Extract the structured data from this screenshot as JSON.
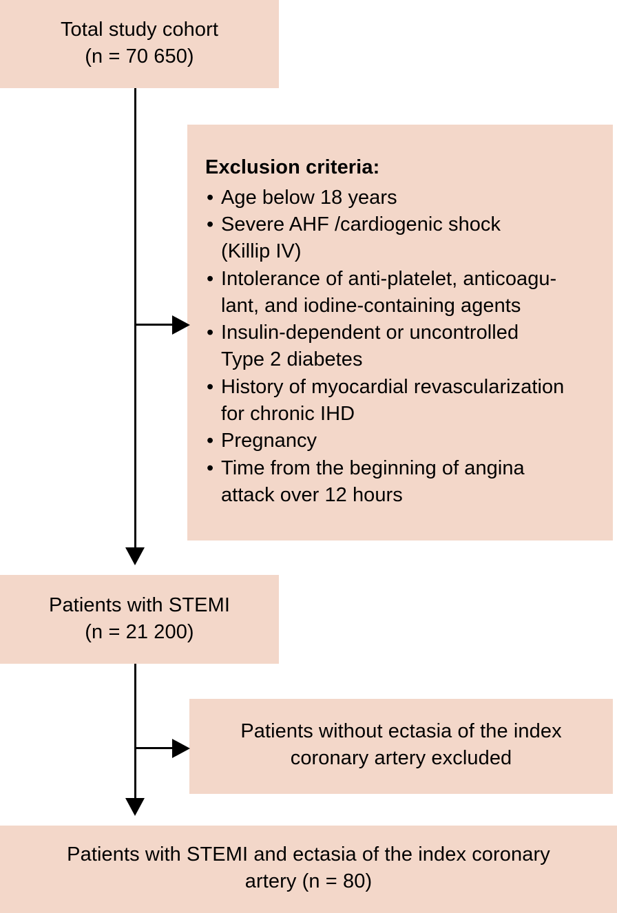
{
  "figure": {
    "type": "flowchart",
    "orientation": "vertical",
    "accent_color": "#f3d7c9",
    "line_color": "#000000",
    "text_color": "#000000"
  },
  "nodes": {
    "cohort": {
      "line1": "Total study cohort",
      "line2": "(n = 70 650)"
    },
    "exclusion": {
      "title": "Exclusion criteria:",
      "items": [
        "Age below 18 years",
        "Severe AHF /cardiogenic shock (Killip IV)",
        "Intolerance of anti-platelet, anticoagu-lant, and iodine-containing agents",
        "Insulin-dependent or uncontrolled Type 2 diabetes",
        "History of myocardial revascularization for chronic IHD",
        "Pregnancy",
        "Time from the beginning of angina attack over 12 hours"
      ],
      "items_wrapped": [
        "Age below 18 years",
        "Severe AHF /cardiogenic shock\n(Killip IV)",
        "Intolerance of anti-platelet, anticoagu-\nlant, and iodine-containing agents",
        "Insulin-dependent or uncontrolled\nType 2 diabetes",
        "History of myocardial revascularization\nfor chronic IHD",
        "Pregnancy",
        "Time from the beginning of angina\nattack over 12 hours"
      ],
      "bullet_glyph": "•"
    },
    "stemi": {
      "line1": "Patients with STEMI",
      "line2": "(n = 21 200)"
    },
    "no_ectasia": {
      "line1": "Patients without ectasia of the index",
      "line2": "coronary artery excluded"
    },
    "final": {
      "line1": "Patients with STEMI and ectasia of the index coronary",
      "line2": "artery (n = 80)"
    }
  },
  "counts": {
    "total_cohort_n": "70 650",
    "stemi_n": "21 200",
    "final_n": "80"
  }
}
